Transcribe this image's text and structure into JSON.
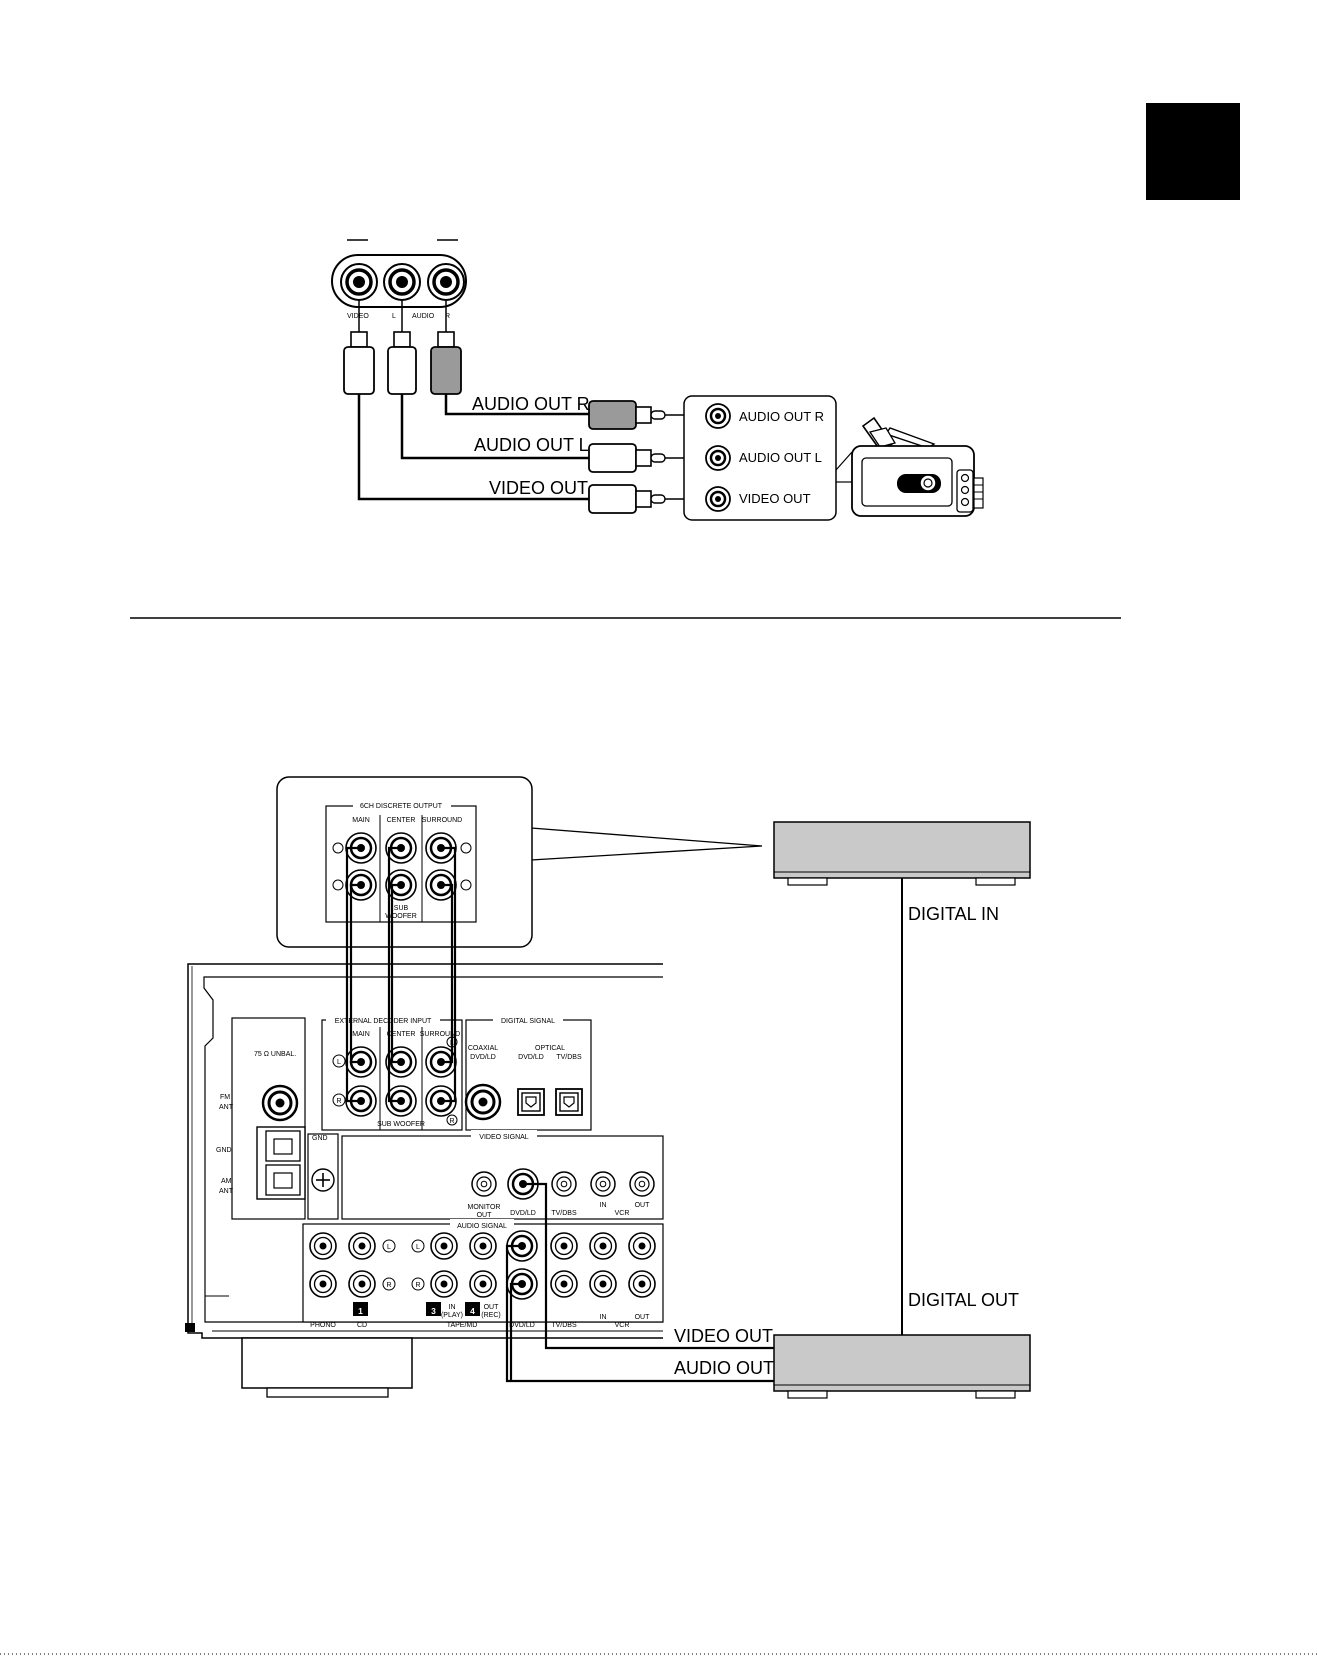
{
  "colors": {
    "ink": "#000000",
    "paper": "#ffffff",
    "device_grey": "#c9c9c9",
    "plug_grey": "#9a9a9a"
  },
  "top_diagram": {
    "jack_labels": {
      "video": "VIDEO",
      "l": "L",
      "audio": "AUDIO",
      "r": "R"
    },
    "cable_labels": {
      "audio_r": "AUDIO OUT R",
      "audio_l": "AUDIO OUT L",
      "video": "VIDEO OUT"
    },
    "camcorder_panel": {
      "audio_r": "AUDIO OUT R",
      "audio_l": "AUDIO OUT L",
      "video": "VIDEO OUT"
    },
    "camcorder_icon": "camcorder-icon"
  },
  "bottom_diagram": {
    "inset": {
      "title": "6CH DISCRETE OUTPUT",
      "main": "MAIN",
      "center": "CENTER",
      "surround": "SURROUND",
      "sub_woofer_1": "SUB",
      "sub_woofer_2": "WOOFER"
    },
    "receiver": {
      "ext_decoder_title": "EXTERNAL DECODER INPUT",
      "main": "MAIN",
      "center": "CENTER",
      "surround": "SURROUND",
      "l_mark": "L",
      "r_mark": "R",
      "sub_woofer": "SUB WOOFER",
      "digital_signal": "DIGITAL SIGNAL",
      "coaxial": "COAXIAL",
      "optical": "OPTICAL",
      "dvd_ld_coax": "DVD/LD",
      "dvd_ld_opt": "DVD/LD",
      "tv_dbs_opt": "TV/DBS",
      "unbal": "75 Ω UNBAL.",
      "fm": "FM",
      "ant_fm": "ANT",
      "gnd_left": "GND",
      "am": "AM",
      "ant_am": "ANT",
      "gnd_box": "GND",
      "video_signal": "VIDEO SIGNAL",
      "monitor_out_1": "MONITOR",
      "monitor_out_2": "OUT",
      "v_dvd": "DVD/LD",
      "v_tv": "TV/DBS",
      "v_in": "IN",
      "v_out": "OUT",
      "v_vcr": "VCR",
      "audio_signal": "AUDIO SIGNAL",
      "num1": "1",
      "num3": "3",
      "num4": "4",
      "in_1": "IN",
      "in_2": "(PLAY)",
      "out_1": "OUT",
      "out_2": "(REC)",
      "phono": "PHONO",
      "cd": "CD",
      "tape_md": "TAPE/MD",
      "a_dvd": "DVD/LD",
      "a_tv": "TV/DBS",
      "a_in": "IN",
      "a_out": "OUT",
      "a_vcr": "VCR"
    },
    "labels": {
      "digital_in": "DIGITAL IN",
      "digital_out": "DIGITAL OUT",
      "video_out": "VIDEO OUT",
      "audio_out": "AUDIO OUT"
    }
  }
}
